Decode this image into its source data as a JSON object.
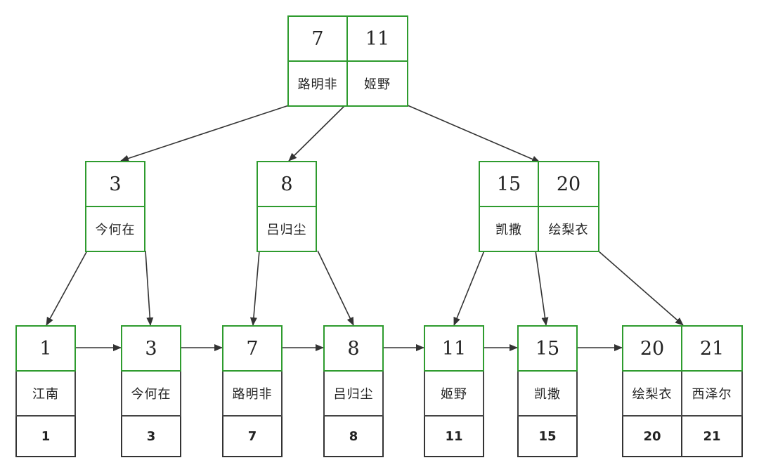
{
  "tree": {
    "root": {
      "keys": [
        {
          "key": "7",
          "name": "路明非"
        },
        {
          "key": "11",
          "name": "姬野"
        }
      ]
    },
    "internal": [
      {
        "keys": [
          {
            "key": "3",
            "name": "今何在"
          }
        ]
      },
      {
        "keys": [
          {
            "key": "8",
            "name": "吕归尘"
          }
        ]
      },
      {
        "keys": [
          {
            "key": "15",
            "name": "凯撒"
          },
          {
            "key": "20",
            "name": "绘梨衣"
          }
        ]
      }
    ],
    "leaves": [
      {
        "keys": [
          {
            "key": "1",
            "name": "江南",
            "row": "1"
          }
        ]
      },
      {
        "keys": [
          {
            "key": "3",
            "name": "今何在",
            "row": "3"
          }
        ]
      },
      {
        "keys": [
          {
            "key": "7",
            "name": "路明非",
            "row": "7"
          }
        ]
      },
      {
        "keys": [
          {
            "key": "8",
            "name": "吕归尘",
            "row": "8"
          }
        ]
      },
      {
        "keys": [
          {
            "key": "11",
            "name": "姬野",
            "row": "11"
          }
        ]
      },
      {
        "keys": [
          {
            "key": "15",
            "name": "凯撒",
            "row": "15"
          }
        ]
      },
      {
        "keys": [
          {
            "key": "20",
            "name": "绘梨衣",
            "row": "20"
          },
          {
            "key": "21",
            "name": "西泽尔",
            "row": "21"
          }
        ]
      }
    ],
    "colors": {
      "node_border": "#2e9b2e",
      "row_border": "#333333",
      "edge": "#333333"
    }
  }
}
